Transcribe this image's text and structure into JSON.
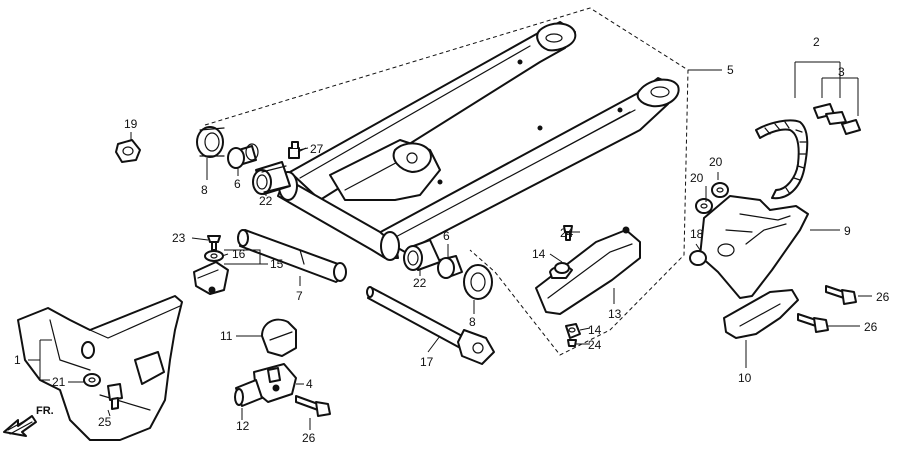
{
  "callouts": {
    "c1": "1",
    "c2": "2",
    "c3": "3",
    "c4": "4",
    "c5": "5",
    "c6a": "6",
    "c6b": "6",
    "c7": "7",
    "c8a": "8",
    "c8b": "8",
    "c9": "9",
    "c10": "10",
    "c11": "11",
    "c12": "12",
    "c13": "13",
    "c14a": "14",
    "c14b": "14",
    "c15": "15",
    "c16": "16",
    "c17": "17",
    "c18": "18",
    "c19": "19",
    "c20a": "20",
    "c20b": "20",
    "c21": "21",
    "c22a": "22",
    "c22b": "22",
    "c23": "23",
    "c24a": "24",
    "c24b": "24",
    "c25": "25",
    "c26a": "26",
    "c26b": "26",
    "c26c": "26",
    "c27": "27"
  },
  "direction_label": "FR."
}
